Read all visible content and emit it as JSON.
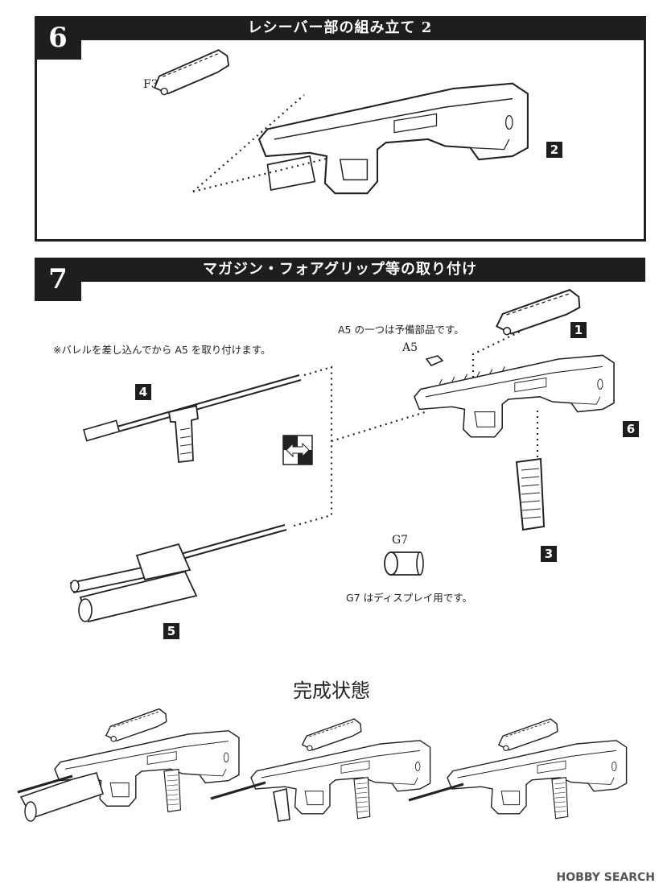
{
  "step6": {
    "number": "6",
    "title": "レシーバー部の組み立て 2",
    "part_label": "F3",
    "callout": "2"
  },
  "step7": {
    "number": "7",
    "title": "マガジン・フォアグリップ等の取り付け",
    "note_barrel": "※バレルを差し込んでから A5 を取り付けます。",
    "note_a5": "A5 の一つは予備部品です。",
    "part_a5": "A5",
    "part_g7": "G7",
    "note_g7": "G7 はディスプレイ用です。",
    "callouts": {
      "c1": "1",
      "c3": "3",
      "c4": "4",
      "c5": "5",
      "c6": "6"
    },
    "swap_icon": "swap-arrows-icon"
  },
  "completed": {
    "title": "完成状態"
  },
  "watermark": "HOBBY SEARCH"
}
